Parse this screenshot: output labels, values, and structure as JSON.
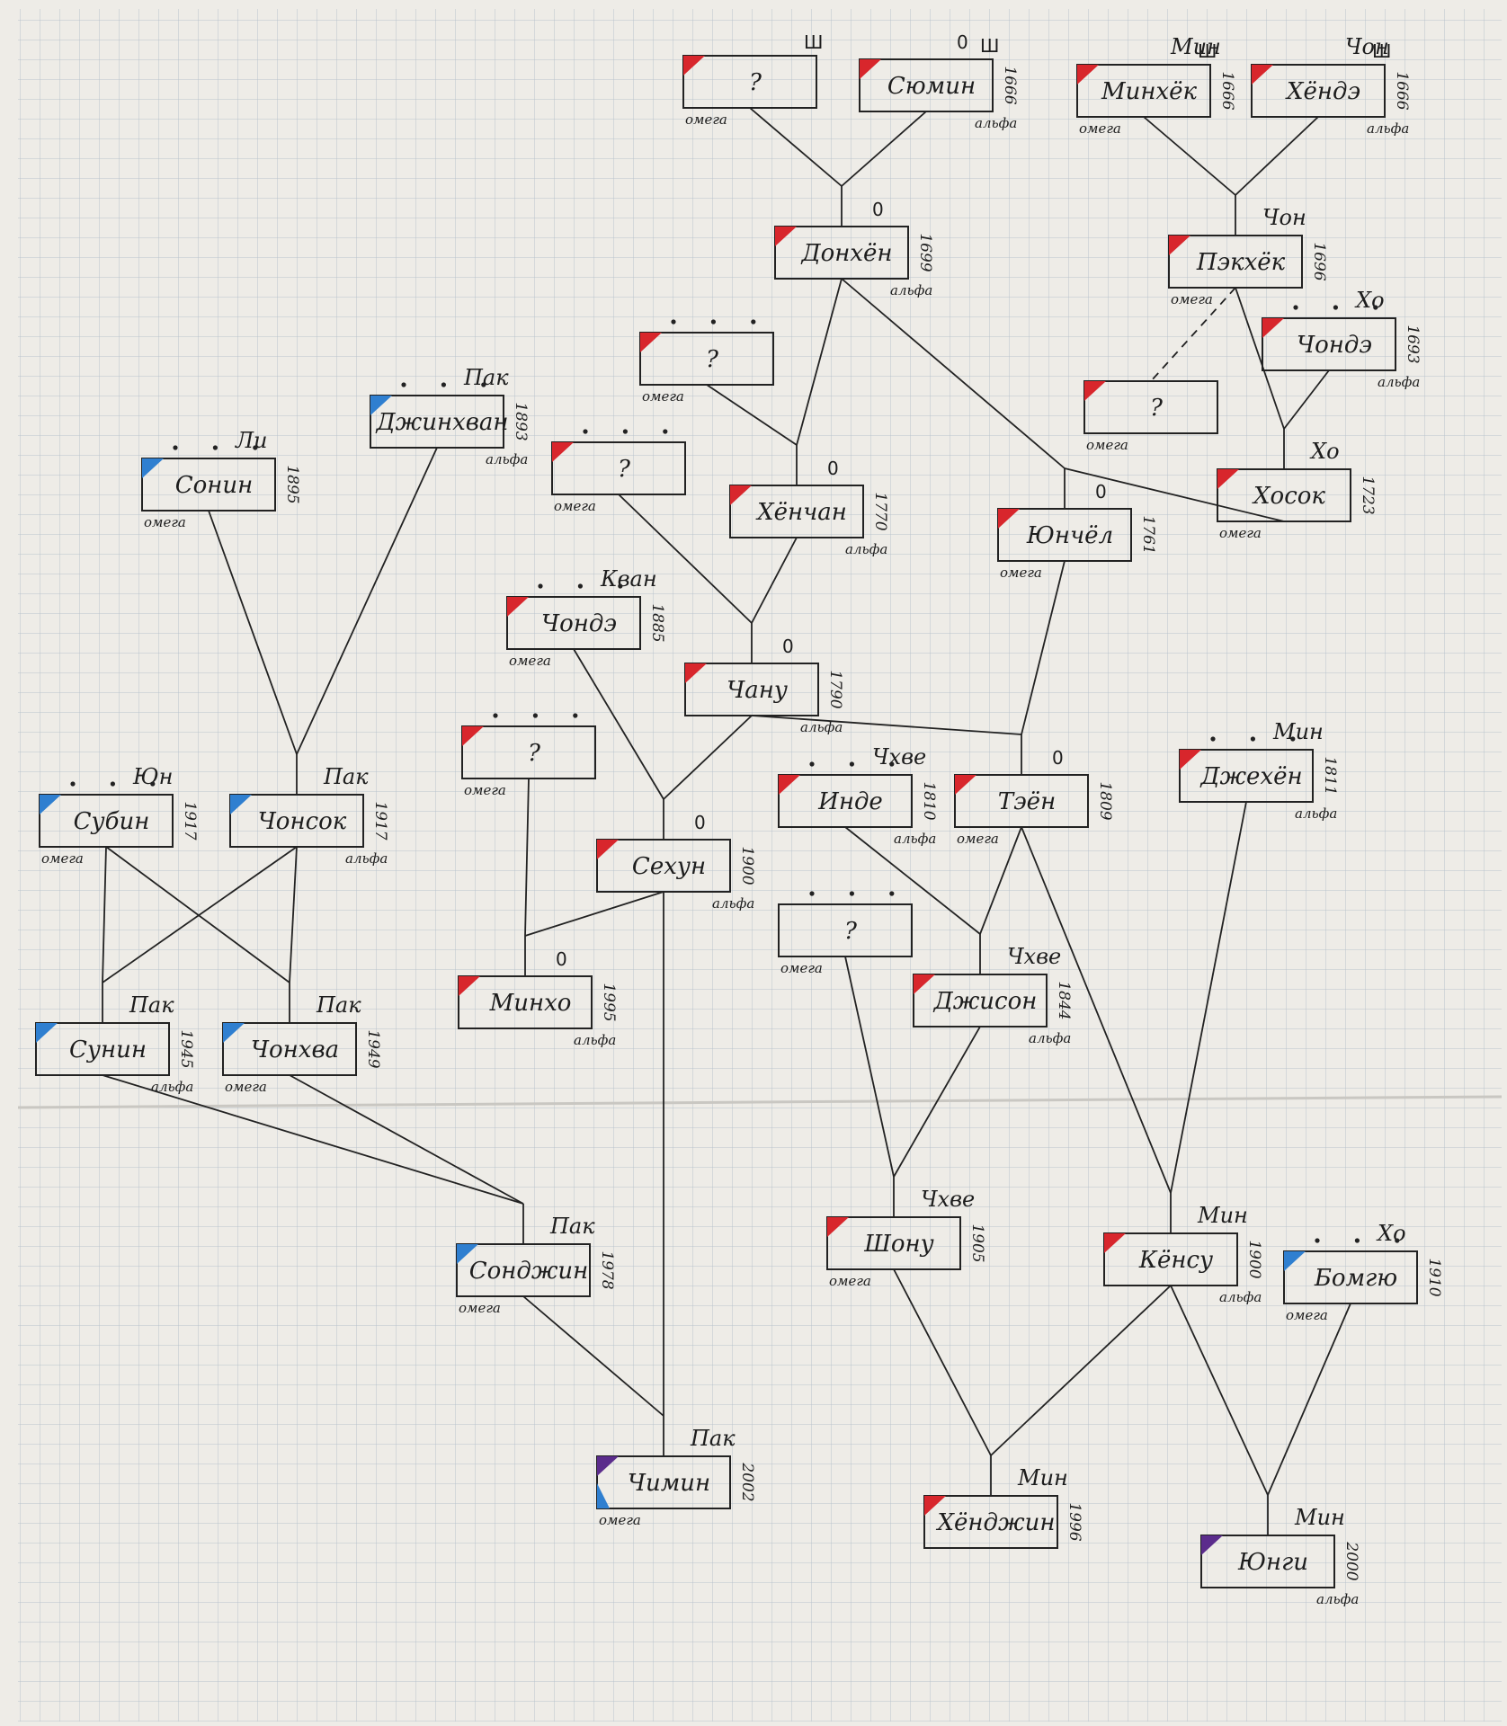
{
  "colors": {
    "red": "#d8262c",
    "blue": "#2f7fd0",
    "purple": "#5b2c8c",
    "ink": "#222222"
  },
  "nodes": [
    {
      "id": "q1",
      "name": "?",
      "role": "омега",
      "year": "",
      "surname": "",
      "crown": true,
      "dots": false,
      "zero": false,
      "corner": "red"
    },
    {
      "id": "sumin",
      "name": "Сюмин",
      "role": "альфа",
      "year": "1666",
      "surname": "",
      "crown": true,
      "dots": false,
      "zero": true,
      "corner": "red"
    },
    {
      "id": "minhyok",
      "name": "Минхёк",
      "role": "омега",
      "year": "1666",
      "surname": "Мин",
      "crown": true,
      "dots": false,
      "zero": false,
      "corner": "red"
    },
    {
      "id": "hyonde",
      "name": "Хёндэ",
      "role": "альфа",
      "year": "1666",
      "surname": "Чон",
      "crown": true,
      "dots": false,
      "zero": false,
      "corner": "red"
    },
    {
      "id": "donhyon",
      "name": "Донхён",
      "role": "альфа",
      "year": "1699",
      "surname": "",
      "crown": false,
      "dots": false,
      "zero": true,
      "corner": "red"
    },
    {
      "id": "pekhyok",
      "name": "Пэкхёк",
      "role": "омега",
      "year": "1696",
      "surname": "Чон",
      "crown": false,
      "dots": false,
      "zero": false,
      "corner": "red"
    },
    {
      "id": "chonde1",
      "name": "Чондэ",
      "role": "альфа",
      "year": "1693",
      "surname": "Хо",
      "crown": false,
      "dots": true,
      "zero": false,
      "corner": "red"
    },
    {
      "id": "q2",
      "name": "?",
      "role": "омега",
      "year": "",
      "surname": "",
      "crown": false,
      "dots": true,
      "zero": false,
      "corner": "red"
    },
    {
      "id": "q3",
      "name": "?",
      "role": "омега",
      "year": "",
      "surname": "",
      "crown": false,
      "dots": false,
      "zero": false,
      "corner": "red"
    },
    {
      "id": "dzhinhvan",
      "name": "Джинхван",
      "role": "альфа",
      "year": "1893",
      "surname": "Пак",
      "crown": false,
      "dots": true,
      "zero": false,
      "corner": "blue"
    },
    {
      "id": "sonin",
      "name": "Сонин",
      "role": "омега",
      "year": "1895",
      "surname": "Ли",
      "crown": false,
      "dots": true,
      "zero": false,
      "corner": "blue"
    },
    {
      "id": "q4",
      "name": "?",
      "role": "омега",
      "year": "",
      "surname": "",
      "crown": false,
      "dots": true,
      "zero": false,
      "corner": "red"
    },
    {
      "id": "hyonchan",
      "name": "Хёнчан",
      "role": "альфа",
      "year": "1770",
      "surname": "",
      "crown": false,
      "dots": false,
      "zero": true,
      "corner": "red"
    },
    {
      "id": "yuchol",
      "name": "Юнчёл",
      "role": "омега",
      "year": "1761",
      "surname": "",
      "crown": false,
      "dots": false,
      "zero": true,
      "corner": "red"
    },
    {
      "id": "hosok",
      "name": "Хосок",
      "role": "омега",
      "year": "1723",
      "surname": "Хо",
      "crown": false,
      "dots": false,
      "zero": false,
      "corner": "red"
    },
    {
      "id": "chonde2",
      "name": "Чондэ",
      "role": "омега",
      "year": "1885",
      "surname": "Кван",
      "crown": false,
      "dots": true,
      "zero": false,
      "corner": "red"
    },
    {
      "id": "chanu",
      "name": "Чану",
      "role": "альфа",
      "year": "1790",
      "surname": "",
      "crown": false,
      "dots": false,
      "zero": true,
      "corner": "red"
    },
    {
      "id": "q5",
      "name": "?",
      "role": "омега",
      "year": "",
      "surname": "",
      "crown": false,
      "dots": true,
      "zero": false,
      "corner": "red"
    },
    {
      "id": "subin",
      "name": "Субин",
      "role": "омега",
      "year": "1917",
      "surname": "Юн",
      "crown": false,
      "dots": true,
      "zero": false,
      "corner": "blue"
    },
    {
      "id": "chonsok",
      "name": "Чонсок",
      "role": "альфа",
      "year": "1917",
      "surname": "Пак",
      "crown": false,
      "dots": false,
      "zero": false,
      "corner": "blue"
    },
    {
      "id": "inde",
      "name": "Инде",
      "role": "альфа",
      "year": "1810",
      "surname": "Чхве",
      "crown": false,
      "dots": true,
      "zero": false,
      "corner": "red"
    },
    {
      "id": "tekyon",
      "name": "Тэён",
      "role": "омега",
      "year": "1809",
      "surname": "",
      "crown": false,
      "dots": false,
      "zero": true,
      "corner": "red"
    },
    {
      "id": "dzhehyon",
      "name": "Джехён",
      "role": "альфа",
      "year": "1811",
      "surname": "Мин",
      "crown": false,
      "dots": true,
      "zero": false,
      "corner": "red"
    },
    {
      "id": "sehun",
      "name": "Сехун",
      "role": "альфа",
      "year": "1900",
      "surname": "",
      "crown": false,
      "dots": false,
      "zero": true,
      "corner": "red"
    },
    {
      "id": "q6",
      "name": "?",
      "role": "омега",
      "year": "",
      "surname": "",
      "crown": false,
      "dots": true,
      "zero": false,
      "corner": "none"
    },
    {
      "id": "minho",
      "name": "Минхо",
      "role": "альфа",
      "year": "1995",
      "surname": "",
      "crown": false,
      "dots": false,
      "zero": true,
      "corner": "red"
    },
    {
      "id": "dzhison",
      "name": "Джисон",
      "role": "альфа",
      "year": "1844",
      "surname": "Чхве",
      "crown": false,
      "dots": false,
      "zero": false,
      "corner": "red"
    },
    {
      "id": "sunin",
      "name": "Сунин",
      "role": "альфа",
      "year": "1945",
      "surname": "Пак",
      "crown": false,
      "dots": false,
      "zero": false,
      "corner": "blue"
    },
    {
      "id": "chonhva",
      "name": "Чонхва",
      "role": "омега",
      "year": "1949",
      "surname": "Пак",
      "crown": false,
      "dots": false,
      "zero": false,
      "corner": "blue"
    },
    {
      "id": "sondzhin",
      "name": "Сонджин",
      "role": "омега",
      "year": "1978",
      "surname": "Пак",
      "crown": false,
      "dots": false,
      "zero": false,
      "corner": "blue"
    },
    {
      "id": "shonu",
      "name": "Шону",
      "role": "омега",
      "year": "1905",
      "surname": "Чхве",
      "crown": false,
      "dots": false,
      "zero": false,
      "corner": "red"
    },
    {
      "id": "kyonsu",
      "name": "Кёнсу",
      "role": "альфа",
      "year": "1900",
      "surname": "Мин",
      "crown": false,
      "dots": false,
      "zero": false,
      "corner": "red"
    },
    {
      "id": "bomgyu",
      "name": "Бомгю",
      "role": "омега",
      "year": "1910",
      "surname": "Хо",
      "crown": false,
      "dots": true,
      "zero": false,
      "corner": "blue"
    },
    {
      "id": "chimin",
      "name": "Чимин",
      "role": "омега",
      "year": "2002",
      "surname": "Пак",
      "crown": false,
      "dots": false,
      "zero": false,
      "corner": "purpleblue"
    },
    {
      "id": "hyondzhin",
      "name": "Хёнджин",
      "role": "",
      "year": "1996",
      "surname": "Мин",
      "crown": false,
      "dots": false,
      "zero": false,
      "corner": "red"
    },
    {
      "id": "yungi",
      "name": "Юнги",
      "role": "альфа",
      "year": "2000",
      "surname": "Мин",
      "crown": false,
      "dots": false,
      "zero": false,
      "corner": "purple"
    }
  ],
  "edges": [
    {
      "from": "q1",
      "to": "donhyon",
      "type": "parent"
    },
    {
      "from": "sumin",
      "to": "donhyon",
      "type": "parent"
    },
    {
      "from": "minhyok",
      "to": "pekhyok",
      "type": "parent"
    },
    {
      "from": "hyonde",
      "to": "pekhyok",
      "type": "parent"
    },
    {
      "from": "donhyon",
      "to": "hyonchan",
      "type": "parent"
    },
    {
      "from": "q2",
      "to": "hyonchan",
      "type": "parent"
    },
    {
      "from": "donhyon",
      "to": "yuchol",
      "type": "parent"
    },
    {
      "from": "hosok",
      "to": "yuchol",
      "type": "parent"
    },
    {
      "from": "pekhyok",
      "to": "hosok",
      "type": "parent"
    },
    {
      "from": "chonde1",
      "to": "hosok",
      "type": "parent"
    },
    {
      "from": "pekhyok",
      "to": "q3",
      "type": "dashed"
    },
    {
      "from": "q4",
      "to": "chanu",
      "type": "parent"
    },
    {
      "from": "hyonchan",
      "to": "chanu",
      "type": "parent"
    },
    {
      "from": "chanu",
      "to": "tekyon",
      "type": "parent"
    },
    {
      "from": "yuchol",
      "to": "tekyon",
      "type": "parent"
    },
    {
      "from": "chonde2",
      "to": "sehun",
      "type": "parent"
    },
    {
      "from": "chanu",
      "to": "sehun",
      "type": "parent"
    },
    {
      "from": "sonin",
      "to": "chonsok",
      "type": "parent"
    },
    {
      "from": "dzhinhvan",
      "to": "chonsok",
      "type": "parent"
    },
    {
      "from": "q5",
      "to": "minho",
      "type": "parent"
    },
    {
      "from": "sehun",
      "to": "minho",
      "type": "parent"
    },
    {
      "from": "inde",
      "to": "dzhison",
      "type": "parent"
    },
    {
      "from": "tekyon",
      "to": "dzhison",
      "type": "parent"
    },
    {
      "from": "tekyon",
      "to": "kyonsu",
      "type": "parent"
    },
    {
      "from": "dzhehyon",
      "to": "kyonsu",
      "type": "parent"
    },
    {
      "from": "subin",
      "to": "sunin",
      "type": "parent"
    },
    {
      "from": "chonsok",
      "to": "sunin",
      "type": "parent"
    },
    {
      "from": "subin",
      "to": "chonhva",
      "type": "parent"
    },
    {
      "from": "chonsok",
      "to": "chonhva",
      "type": "parent"
    },
    {
      "from": "sunin",
      "to": "sondzhin",
      "type": "parent"
    },
    {
      "from": "chonhva",
      "to": "sondzhin",
      "type": "parent"
    },
    {
      "from": "q6",
      "to": "shonu",
      "type": "parent"
    },
    {
      "from": "dzhison",
      "to": "shonu",
      "type": "parent"
    },
    {
      "from": "sondzhin",
      "to": "chimin",
      "type": "parent"
    },
    {
      "from": "sehun",
      "to": "chimin",
      "type": "parent"
    },
    {
      "from": "shonu",
      "to": "hyondzhin",
      "type": "parent"
    },
    {
      "from": "kyonsu",
      "to": "hyondzhin",
      "type": "parent"
    },
    {
      "from": "kyonsu",
      "to": "yungi",
      "type": "parent"
    },
    {
      "from": "bomgyu",
      "to": "yungi",
      "type": "parent"
    }
  ]
}
